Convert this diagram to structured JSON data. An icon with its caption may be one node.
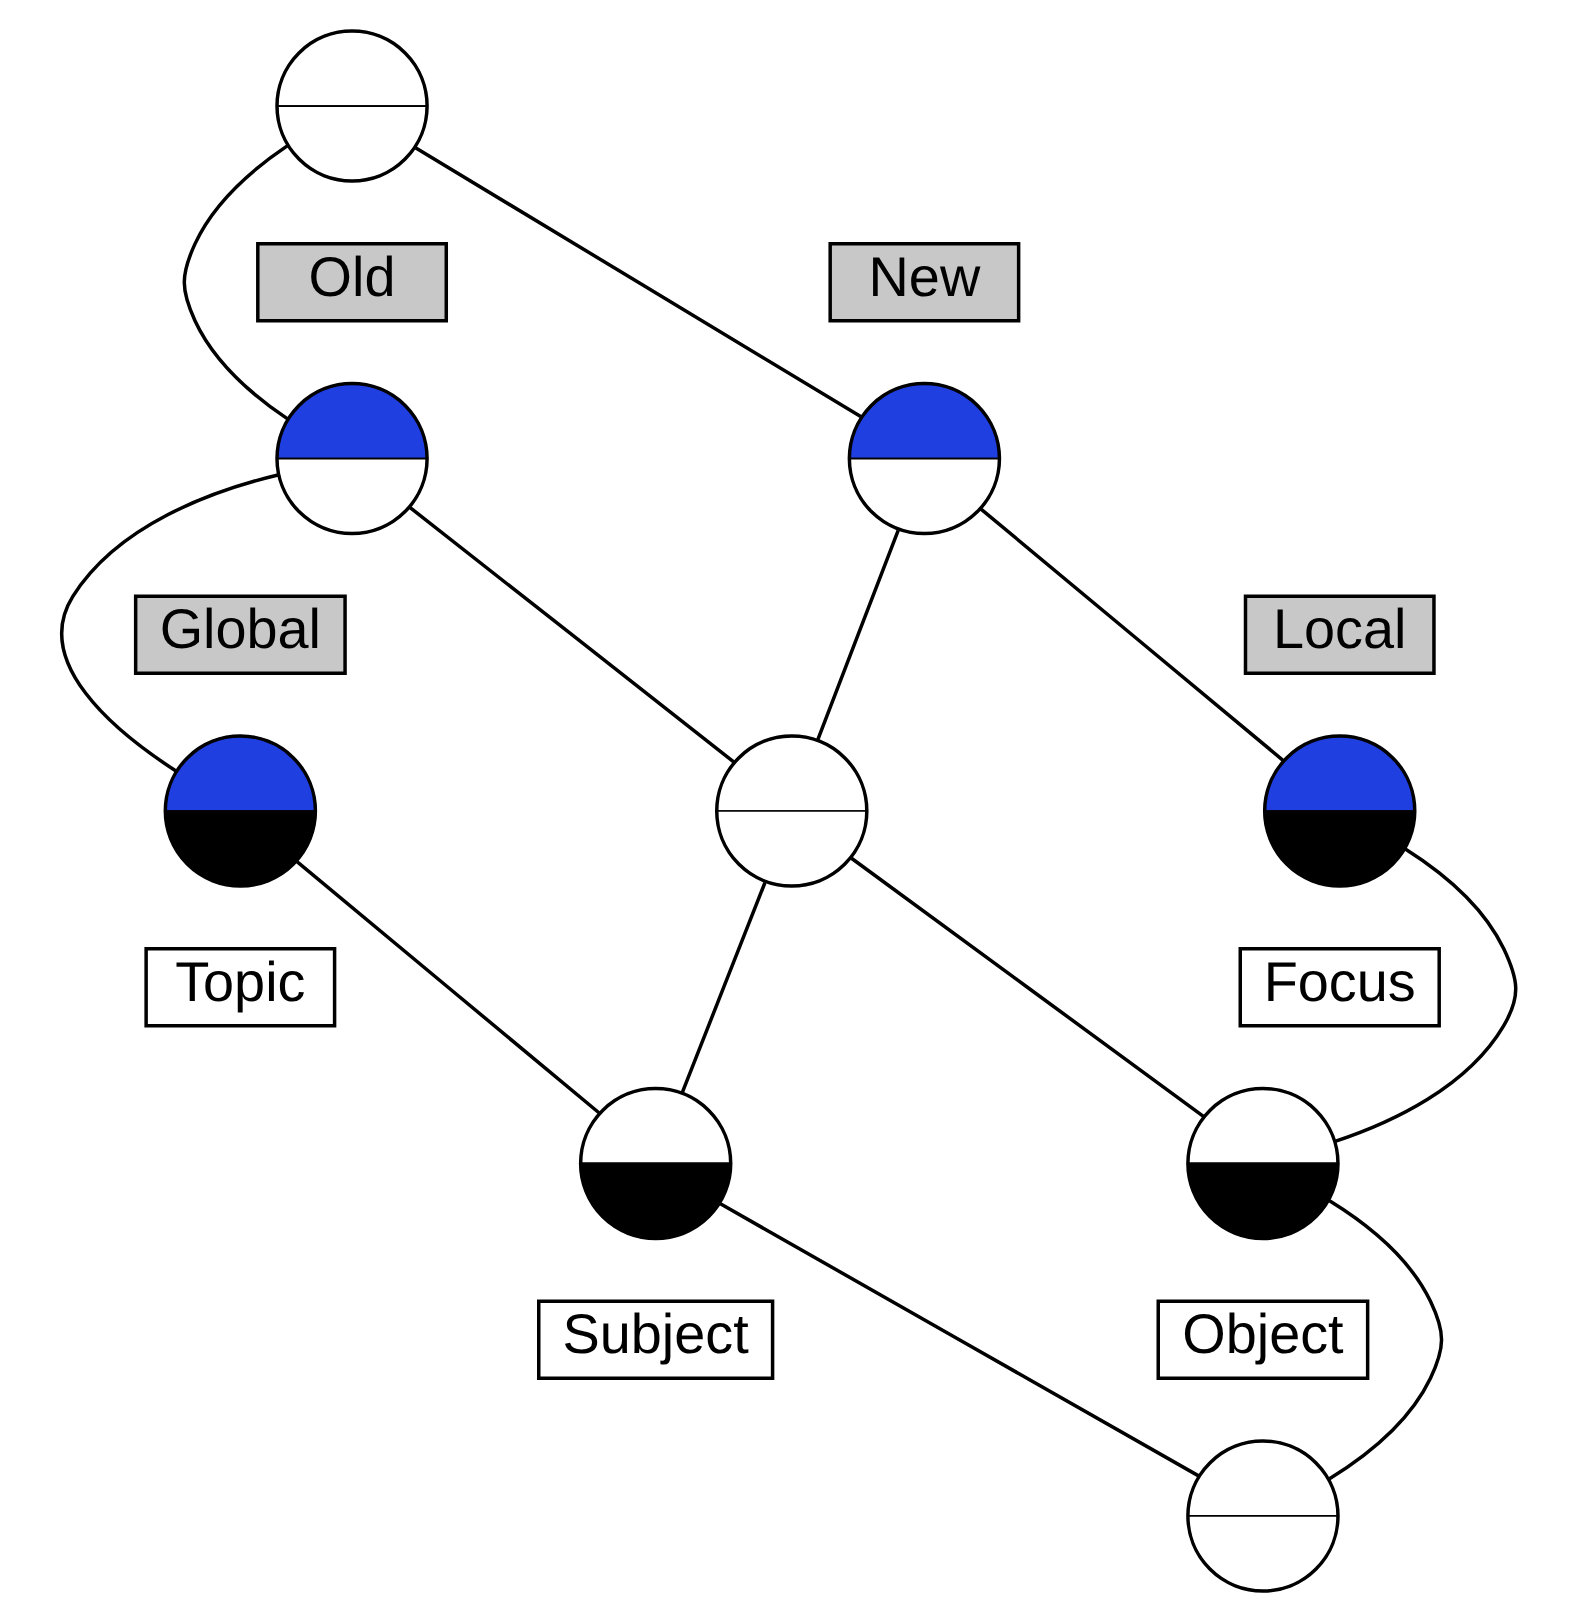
{
  "diagram": {
    "nodes": [
      {
        "text": [],
        "shape": "circle"
      },
      {
        "text": [],
        "shape": "circle",
        "beside": [
          "Old"
        ]
      },
      {
        "text": [],
        "shape": "circle",
        "beside": [
          "New"
        ]
      },
      {
        "text": [],
        "shape": "circle",
        "beside": [
          "Global",
          "Topic"
        ]
      },
      {
        "text": [],
        "shape": "circle"
      },
      {
        "text": [],
        "shape": "circle",
        "beside": [
          "Local",
          "Focus"
        ]
      },
      {
        "text": [],
        "shape": "circle",
        "beside": [
          "Subject"
        ]
      },
      {
        "text": [],
        "shape": "circle",
        "beside": [
          "Object"
        ]
      },
      {
        "text": [],
        "shape": "circle"
      }
    ],
    "edges": [
      {
        "from": 0,
        "to": 1,
        "arrow": "none"
      },
      {
        "from": 0,
        "to": 2,
        "arrow": "none"
      },
      {
        "from": 1,
        "to": 3,
        "arrow": "none"
      },
      {
        "from": 1,
        "to": 4,
        "arrow": "none"
      },
      {
        "from": 2,
        "to": 4,
        "arrow": "none"
      },
      {
        "from": 2,
        "to": 5,
        "arrow": "none"
      },
      {
        "from": 3,
        "to": 6,
        "arrow": "none"
      },
      {
        "from": 4,
        "to": 6,
        "arrow": "none"
      },
      {
        "from": 4,
        "to": 7,
        "arrow": "none"
      },
      {
        "from": 5,
        "to": 7,
        "arrow": "none"
      },
      {
        "from": 6,
        "to": 8,
        "arrow": "none"
      },
      {
        "from": 7,
        "to": 8,
        "arrow": "none"
      }
    ]
  }
}
